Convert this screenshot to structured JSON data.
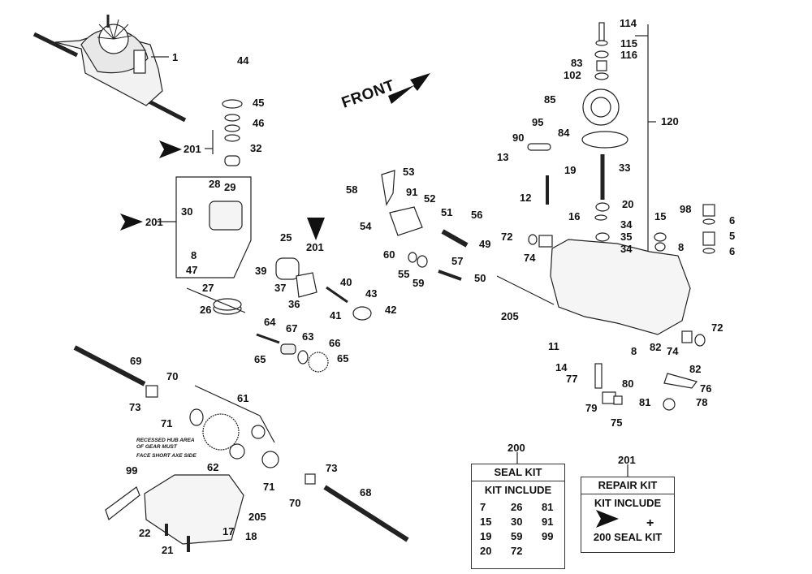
{
  "diagram": {
    "title": "Transaxle exploded parts diagram",
    "direction_label": "FRONT",
    "note": [
      "RECESSED HUB AREA",
      "OF GEAR MUST",
      "FACE SHORT AXE SIDE"
    ],
    "callouts": [
      {
        "id": "c1",
        "text": "1"
      },
      {
        "id": "c44",
        "text": "44"
      },
      {
        "id": "c45",
        "text": "45"
      },
      {
        "id": "c46",
        "text": "46"
      },
      {
        "id": "c201a",
        "text": "201"
      },
      {
        "id": "c32",
        "text": "32"
      },
      {
        "id": "c28",
        "text": "28"
      },
      {
        "id": "c29",
        "text": "29"
      },
      {
        "id": "c30",
        "text": "30"
      },
      {
        "id": "c201b",
        "text": "201"
      },
      {
        "id": "c8a",
        "text": "8"
      },
      {
        "id": "c47",
        "text": "47"
      },
      {
        "id": "c27",
        "text": "27"
      },
      {
        "id": "c26",
        "text": "26"
      },
      {
        "id": "c25",
        "text": "25"
      },
      {
        "id": "c201c",
        "text": "201"
      },
      {
        "id": "c39",
        "text": "39"
      },
      {
        "id": "c37",
        "text": "37"
      },
      {
        "id": "c36",
        "text": "36"
      },
      {
        "id": "c40",
        "text": "40"
      },
      {
        "id": "c41",
        "text": "41"
      },
      {
        "id": "c43",
        "text": "43"
      },
      {
        "id": "c42",
        "text": "42"
      },
      {
        "id": "c64",
        "text": "64"
      },
      {
        "id": "c67",
        "text": "67"
      },
      {
        "id": "c63",
        "text": "63"
      },
      {
        "id": "c66",
        "text": "66"
      },
      {
        "id": "c65a",
        "text": "65"
      },
      {
        "id": "c65b",
        "text": "65"
      },
      {
        "id": "c53",
        "text": "53"
      },
      {
        "id": "c58",
        "text": "58"
      },
      {
        "id": "c91",
        "text": "91"
      },
      {
        "id": "c52",
        "text": "52"
      },
      {
        "id": "c51",
        "text": "51"
      },
      {
        "id": "c56",
        "text": "56"
      },
      {
        "id": "c54",
        "text": "54"
      },
      {
        "id": "c49",
        "text": "49"
      },
      {
        "id": "c57",
        "text": "57"
      },
      {
        "id": "c60",
        "text": "60"
      },
      {
        "id": "c55",
        "text": "55"
      },
      {
        "id": "c59",
        "text": "59"
      },
      {
        "id": "c50",
        "text": "50"
      },
      {
        "id": "c114",
        "text": "114"
      },
      {
        "id": "c115",
        "text": "115"
      },
      {
        "id": "c116",
        "text": "116"
      },
      {
        "id": "c83",
        "text": "83"
      },
      {
        "id": "c102",
        "text": "102"
      },
      {
        "id": "c85",
        "text": "85"
      },
      {
        "id": "c120",
        "text": "120"
      },
      {
        "id": "c95",
        "text": "95"
      },
      {
        "id": "c90",
        "text": "90"
      },
      {
        "id": "c84",
        "text": "84"
      },
      {
        "id": "c13",
        "text": "13"
      },
      {
        "id": "c19",
        "text": "19"
      },
      {
        "id": "c33",
        "text": "33"
      },
      {
        "id": "c12",
        "text": "12"
      },
      {
        "id": "c20",
        "text": "20"
      },
      {
        "id": "c98",
        "text": "98"
      },
      {
        "id": "c6a",
        "text": "6"
      },
      {
        "id": "c16",
        "text": "16"
      },
      {
        "id": "c15",
        "text": "15"
      },
      {
        "id": "c34a",
        "text": "34"
      },
      {
        "id": "c5",
        "text": "5"
      },
      {
        "id": "c72a",
        "text": "72"
      },
      {
        "id": "c35",
        "text": "35"
      },
      {
        "id": "c8b",
        "text": "8"
      },
      {
        "id": "c6b",
        "text": "6"
      },
      {
        "id": "c74a",
        "text": "74"
      },
      {
        "id": "c34b",
        "text": "34"
      },
      {
        "id": "c205a",
        "text": "205"
      },
      {
        "id": "c72b",
        "text": "72"
      },
      {
        "id": "c11",
        "text": "11"
      },
      {
        "id": "c8c",
        "text": "8"
      },
      {
        "id": "c82a",
        "text": "82"
      },
      {
        "id": "c74b",
        "text": "74"
      },
      {
        "id": "c14",
        "text": "14"
      },
      {
        "id": "c82b",
        "text": "82"
      },
      {
        "id": "c77",
        "text": "77"
      },
      {
        "id": "c80",
        "text": "80"
      },
      {
        "id": "c76",
        "text": "76"
      },
      {
        "id": "c81",
        "text": "81"
      },
      {
        "id": "c78",
        "text": "78"
      },
      {
        "id": "c79",
        "text": "79"
      },
      {
        "id": "c75",
        "text": "75"
      },
      {
        "id": "c69",
        "text": "69"
      },
      {
        "id": "c70a",
        "text": "70"
      },
      {
        "id": "c73a",
        "text": "73"
      },
      {
        "id": "c71a",
        "text": "71"
      },
      {
        "id": "c61",
        "text": "61"
      },
      {
        "id": "c62",
        "text": "62"
      },
      {
        "id": "c99",
        "text": "99"
      },
      {
        "id": "c205b",
        "text": "205"
      },
      {
        "id": "c71b",
        "text": "71"
      },
      {
        "id": "c70b",
        "text": "70"
      },
      {
        "id": "c73b",
        "text": "73"
      },
      {
        "id": "c68",
        "text": "68"
      },
      {
        "id": "c22",
        "text": "22"
      },
      {
        "id": "c17",
        "text": "17"
      },
      {
        "id": "c18",
        "text": "18"
      },
      {
        "id": "c21",
        "text": "21"
      }
    ]
  },
  "seal_kit": {
    "number": "200",
    "title": "SEAL KIT",
    "subtitle": "KIT INCLUDE",
    "items": [
      "7",
      "26",
      "81",
      "15",
      "30",
      "91",
      "19",
      "59",
      "99",
      "20",
      "72"
    ]
  },
  "repair_kit": {
    "number": "201",
    "title": "REPAIR KIT",
    "subtitle": "KIT INCLUDE",
    "plus": "+",
    "footer": "200 SEAL KIT"
  }
}
